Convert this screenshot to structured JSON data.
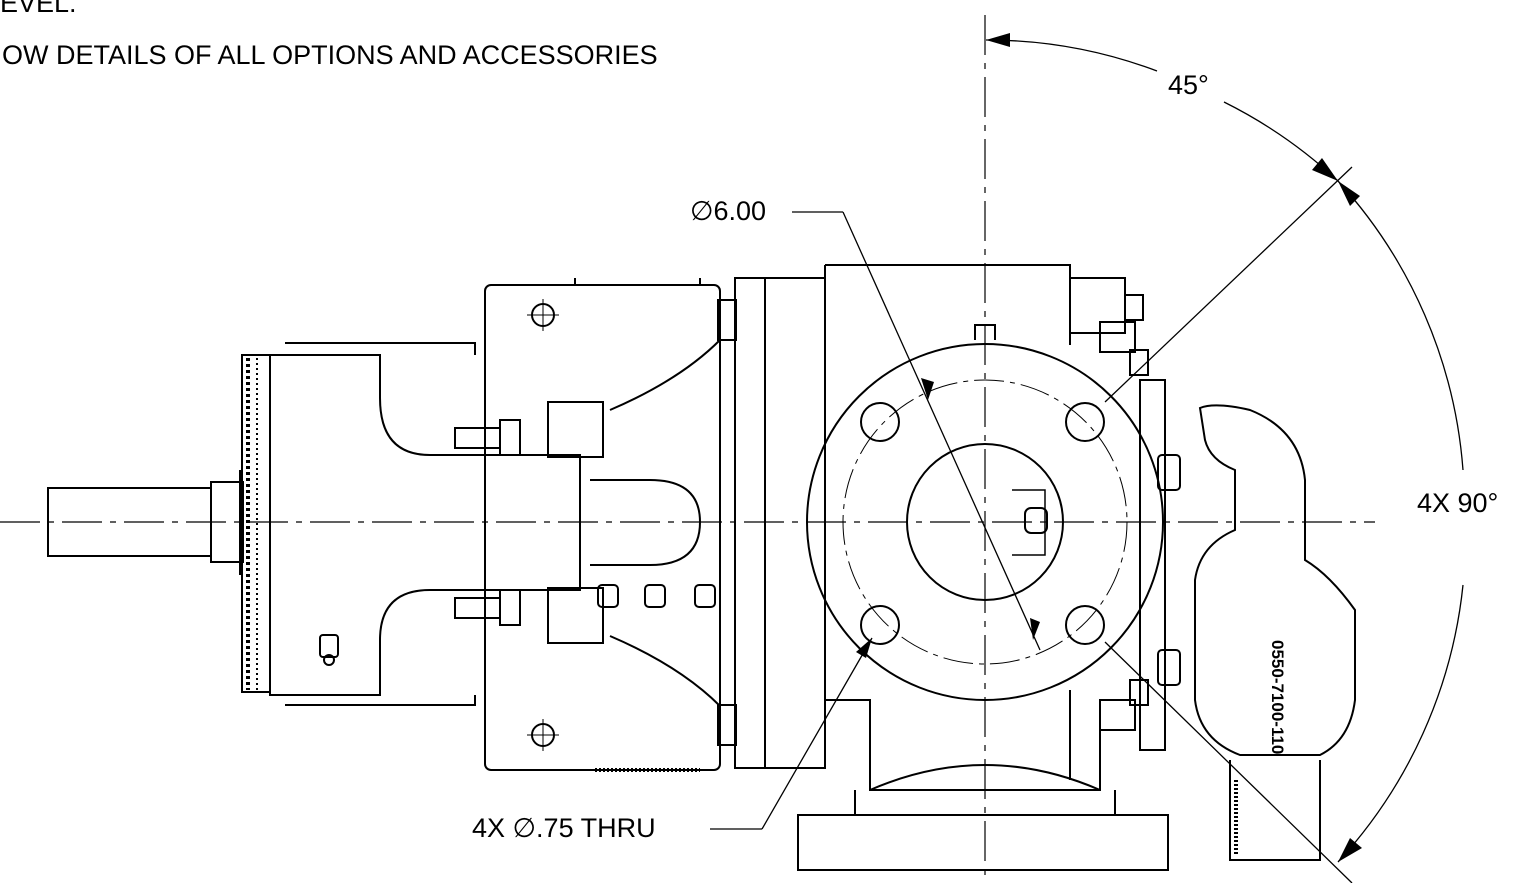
{
  "notes": {
    "line1": "EVEL.",
    "line2": "OW DETAILS OF ALL OPTIONS AND ACCESSORIES"
  },
  "dimensions": {
    "angle_45": "45°",
    "angle_90": "4X 90°",
    "diameter_bolt_circle": "∅6.00",
    "holes": "4X  ∅.75 THRU"
  },
  "part_number": "0550-7100-110",
  "colors": {
    "line": "#000000",
    "background": "#ffffff"
  }
}
